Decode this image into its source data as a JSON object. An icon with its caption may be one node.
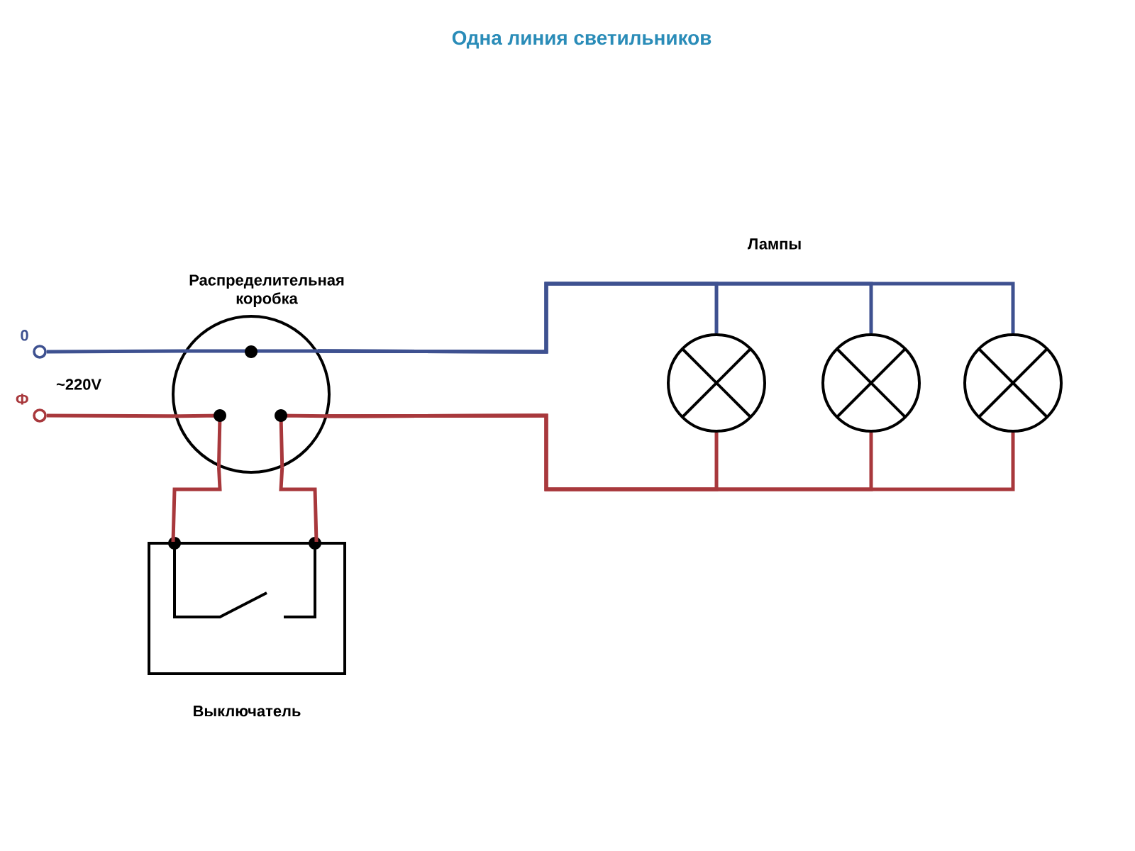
{
  "diagram": {
    "title": "Одна линия светильников",
    "nodes": [
      {
        "text": [
          "Распределительная коробка"
        ]
      },
      {
        "text": [
          "Выключатель"
        ]
      },
      {
        "text": [],
        "shape": "circle"
      },
      {
        "text": [],
        "shape": "circle"
      },
      {
        "text": [],
        "shape": "circle"
      },
      {
        "text": [
          "0"
        ]
      },
      {
        "text": [
          "Ф"
        ],
        "beside": [
          "~220V"
        ]
      }
    ],
    "edges": [
      {
        "from": 5,
        "to": 0,
        "arrow": "none",
        "color": "#3e5190"
      },
      {
        "from": 0,
        "to": 2,
        "arrow": "none",
        "color": "#3e5190"
      },
      {
        "from": 0,
        "to": 3,
        "arrow": "none",
        "color": "#3e5190"
      },
      {
        "from": 0,
        "to": 4,
        "arrow": "none",
        "color": "#3e5190"
      },
      {
        "from": 6,
        "to": 0,
        "arrow": "none",
        "color": "#a8383c"
      },
      {
        "from": 0,
        "to": 1,
        "arrow": "none",
        "color": "#a8383c"
      },
      {
        "from": 0,
        "to": 1,
        "arrow": "none",
        "color": "#a8383c"
      },
      {
        "from": 0,
        "to": 2,
        "arrow": "none",
        "color": "#a8383c"
      },
      {
        "from": 0,
        "to": 3,
        "arrow": "none",
        "color": "#a8383c"
      },
      {
        "from": 0,
        "to": 4,
        "arrow": "none",
        "color": "#a8383c"
      }
    ],
    "labels": [
      "Лампы"
    ]
  }
}
